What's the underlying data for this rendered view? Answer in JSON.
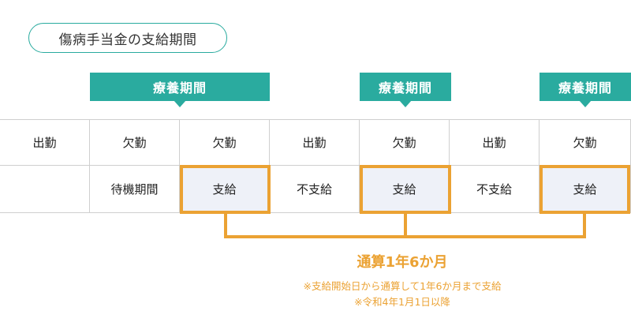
{
  "title": "傷病手当金の支給期間",
  "banners": [
    "療養期間",
    "療養期間",
    "療養期間"
  ],
  "row1": [
    "出勤",
    "欠勤",
    "欠勤",
    "出勤",
    "欠勤",
    "出勤",
    "欠勤"
  ],
  "row2": [
    "",
    "待機期間",
    "支給",
    "不支給",
    "支給",
    "不支給",
    "支給"
  ],
  "total_label": "通算1年6か月",
  "notes": [
    "※支給開始日から通算して1年6か月まで支給",
    "※令和4年1月1日以降"
  ],
  "colors": {
    "teal": "#2aab9f",
    "orange": "#eba233",
    "paid_cell": "#eef1f8"
  }
}
